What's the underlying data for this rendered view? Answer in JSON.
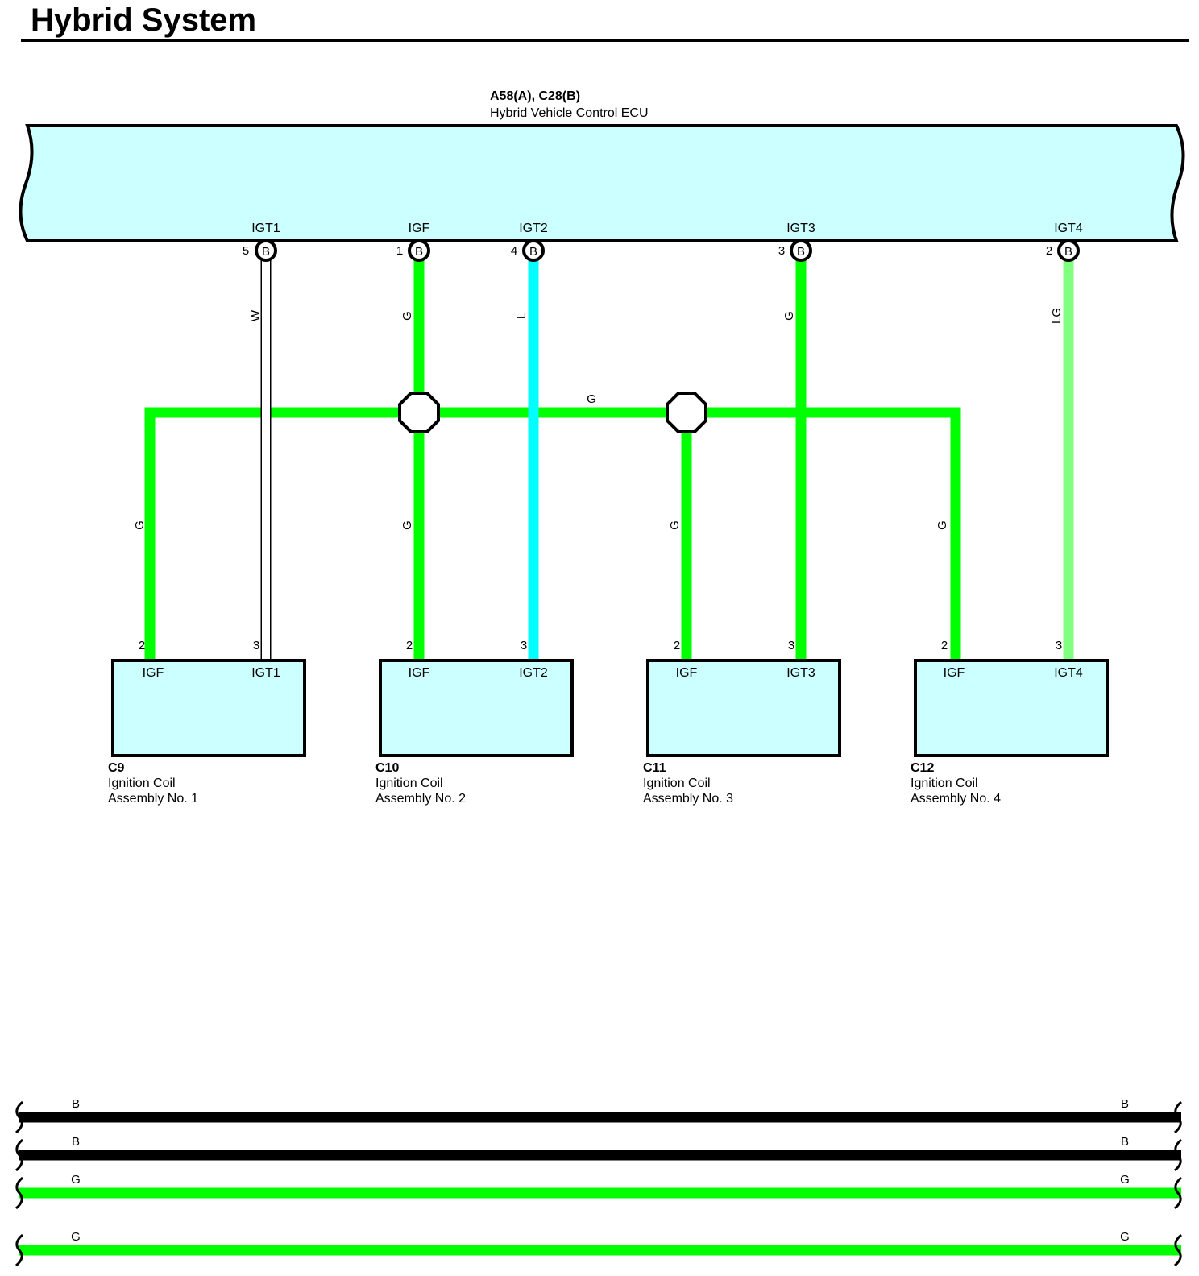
{
  "title": "Hybrid System",
  "ecu": {
    "connector": "A58(A), C28(B)",
    "name": "Hybrid Vehicle Control ECU",
    "box_color": "#ccffff",
    "pins": [
      {
        "terminal": "IGT1",
        "pin": "5",
        "connector": "B",
        "wire_color": "W"
      },
      {
        "terminal": "IGF",
        "pin": "1",
        "connector": "B",
        "wire_color": "G"
      },
      {
        "terminal": "IGT2",
        "pin": "4",
        "connector": "B",
        "wire_color": "L"
      },
      {
        "terminal": "IGT3",
        "pin": "3",
        "connector": "B",
        "wire_color": "G"
      },
      {
        "terminal": "IGT4",
        "pin": "2",
        "connector": "B",
        "wire_color": "LG"
      }
    ]
  },
  "bus_wire_color": "G",
  "coils": [
    {
      "code": "C9",
      "name": "Ignition Coil",
      "assembly": "Assembly No.  1",
      "left_terminal": "IGF",
      "left_pin": "2",
      "left_wire": "G",
      "right_terminal": "IGT1",
      "right_pin": "3"
    },
    {
      "code": "C10",
      "name": "Ignition Coil",
      "assembly": "Assembly No.  2",
      "left_terminal": "IGF",
      "left_pin": "2",
      "left_wire": "G",
      "right_terminal": "IGT2",
      "right_pin": "3"
    },
    {
      "code": "C11",
      "name": "Ignition Coil",
      "assembly": "Assembly No.  3",
      "left_terminal": "IGF",
      "left_pin": "2",
      "left_wire": "G",
      "right_terminal": "IGT3",
      "right_pin": "3"
    },
    {
      "code": "C12",
      "name": "Ignition Coil",
      "assembly": "Assembly No.  4",
      "left_terminal": "IGF",
      "left_pin": "2",
      "left_wire": "G",
      "right_terminal": "IGT4",
      "right_pin": "3"
    }
  ],
  "bottom_wires": [
    {
      "left_label": "B",
      "right_label": "B"
    },
    {
      "left_label": "B",
      "right_label": "B"
    },
    {
      "left_label": "G",
      "right_label": "G"
    },
    {
      "left_label": "G",
      "right_label": "G"
    }
  ],
  "wire_colors": {
    "G": "#00ff00",
    "L": "#00ffff",
    "LG": "#80ff80",
    "W": "#ffffff",
    "B": "#000000"
  }
}
